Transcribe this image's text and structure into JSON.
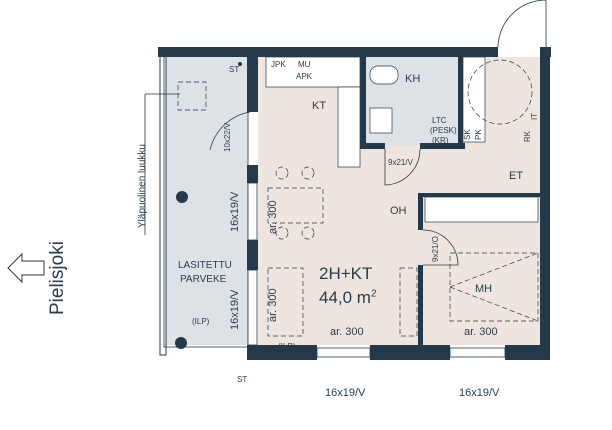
{
  "plan": {
    "type": "2H+KT",
    "area": "44,0 m",
    "area_sup": "2",
    "direction_label": "Pielisjoki",
    "upper_hatch_label": "Yläpuolinen luukku",
    "balcony": {
      "line1": "LASITETTU",
      "line2": "PARVEKE"
    },
    "rooms": {
      "kitchen": "KT",
      "bathroom": "KH",
      "entry": "ET",
      "living": "OH",
      "bedroom": "MH"
    },
    "fixtures": {
      "st_top": "ST",
      "st_bottom": "ST",
      "jpk": "JPK",
      "mu": "MU",
      "apk": "APK",
      "ltc": "LTC",
      "pesk": "(PESK)",
      "kr": "(KR)",
      "sk": "SK",
      "pk": "PK",
      "rk": "RK",
      "it": "IT",
      "ilp_balcony": "(ILP)",
      "ilp_room": "(ILP)"
    },
    "ceiling": {
      "ar1": "ar. 300",
      "ar2": "ar. 300",
      "ar_living": "ar. 300",
      "ar_bed": "ar. 300"
    },
    "doors": {
      "balcony_door": "10x22/V",
      "bath_door": "9x21/V",
      "bed_door": "9x21/O"
    },
    "windows": {
      "left1": "16x19/V",
      "left2": "16x19/V",
      "bottom1": "16x19/V",
      "bottom2": "16x19/V"
    },
    "colors": {
      "wall": "#243a4a",
      "floor": "#efe5df",
      "wet": "#dde2e6"
    }
  }
}
